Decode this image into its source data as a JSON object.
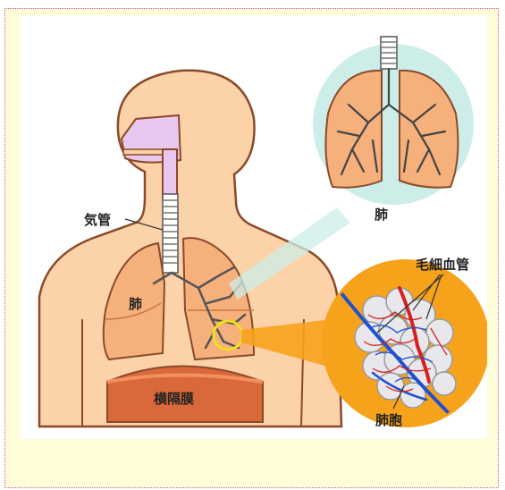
{
  "labels": {
    "trachea": "気管",
    "lung_main": "肺",
    "lung_inset": "肺",
    "diaphragm": "横隔膜",
    "capillaries": "毛細血管",
    "alveoli": "肺胞"
  },
  "colors": {
    "skin": "#fcd2a8",
    "outline": "#8a4a2a",
    "lung": "#f6b07c",
    "diaphragm": "#d9683a",
    "airway": "#e8c8ee",
    "inset_circle": "#cdeee8",
    "zoom_circle": "#f7a21b",
    "zoom_ring": "#f0e020",
    "artery": "#d62020",
    "vein": "#2050d0"
  }
}
